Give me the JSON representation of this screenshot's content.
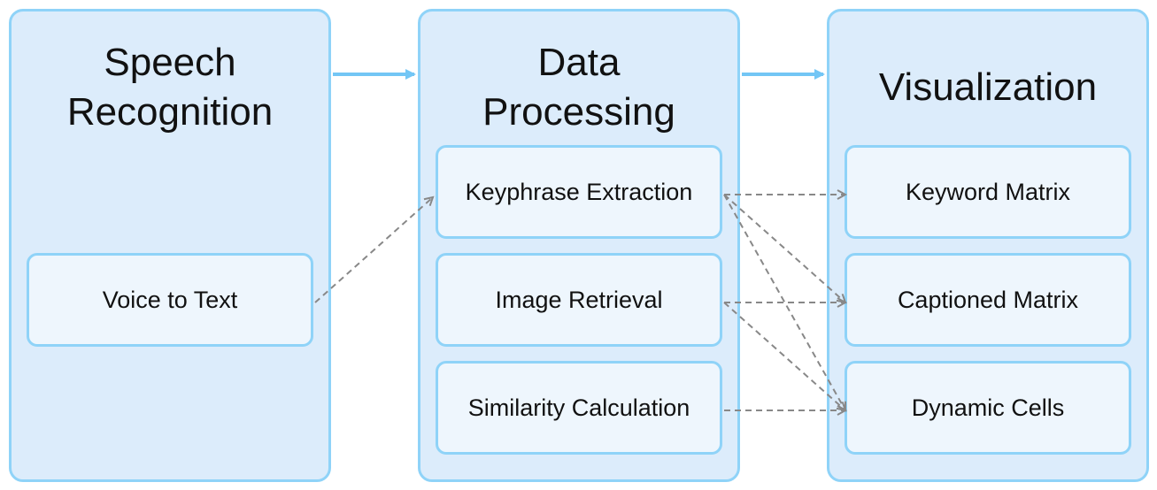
{
  "columns": {
    "speech": {
      "title": "Speech\nRecognition"
    },
    "processing": {
      "title": "Data\nProcessing"
    },
    "visualization": {
      "title": "Visualization"
    }
  },
  "nodes": {
    "voice_to_text": "Voice to Text",
    "keyphrase_extraction": "Keyphrase Extraction",
    "image_retrieval": "Image Retrieval",
    "similarity_calculation": "Similarity Calculation",
    "keyword_matrix": "Keyword Matrix",
    "captioned_matrix": "Captioned Matrix",
    "dynamic_cells": "Dynamic Cells"
  },
  "colors": {
    "border": "#8fd3f8",
    "column_fill": "#dcecfb",
    "node_fill": "#eef6fd",
    "solid_arrow": "#73c6f5",
    "dashed_arrow": "#888888"
  }
}
